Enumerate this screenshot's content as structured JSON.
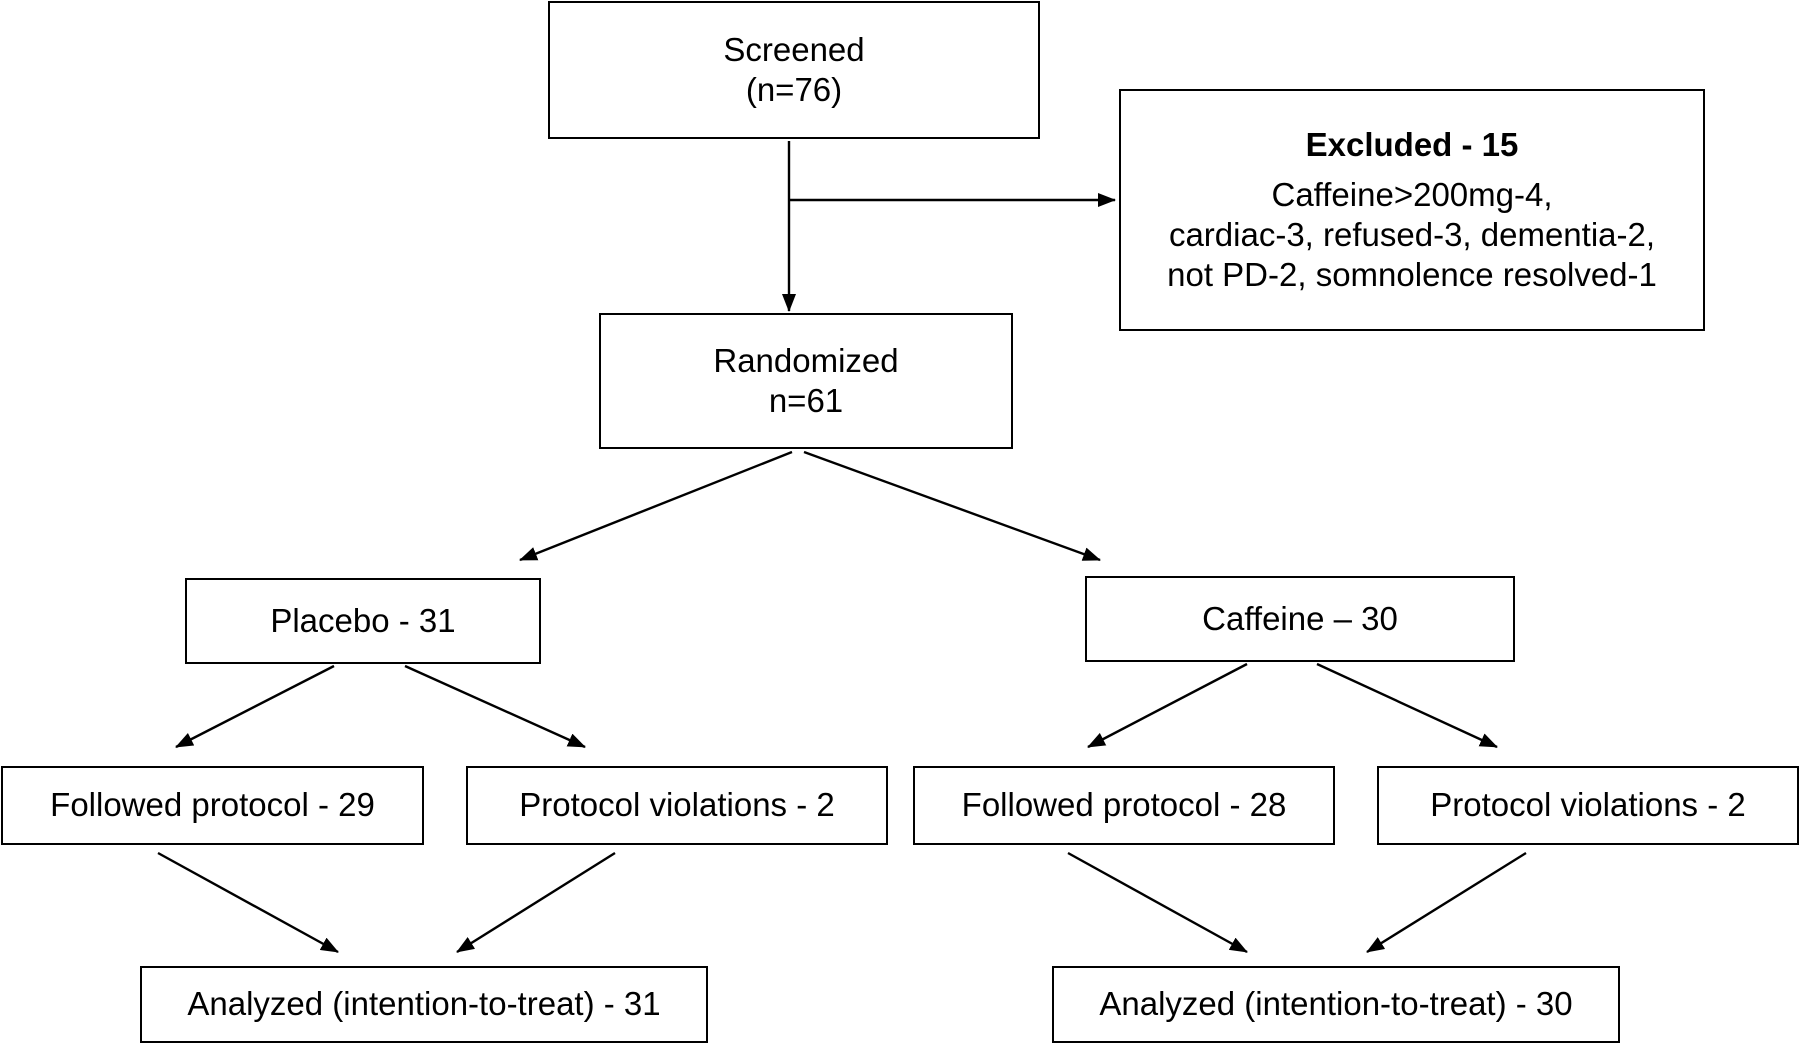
{
  "nodes": {
    "screened": {
      "line1": "Screened",
      "line2": "(n=76)"
    },
    "excluded": {
      "title": "Excluded - 15",
      "line1": "Caffeine>200mg-4,",
      "line2": "cardiac-3, refused-3, dementia-2,",
      "line3": "not PD-2, somnolence resolved-1"
    },
    "randomized": {
      "line1": "Randomized",
      "line2": "n=61"
    },
    "placebo": {
      "label": "Placebo - 31"
    },
    "caffeine": {
      "label": "Caffeine – 30"
    },
    "placebo_followed": {
      "label": "Followed protocol - 29"
    },
    "placebo_violations": {
      "label": "Protocol violations - 2"
    },
    "caffeine_followed": {
      "label": "Followed protocol - 28"
    },
    "caffeine_violations": {
      "label": "Protocol violations - 2"
    },
    "placebo_analyzed": {
      "label": "Analyzed (intention-to-treat) - 31"
    },
    "caffeine_analyzed": {
      "label": "Analyzed (intention-to-treat) - 30"
    }
  },
  "edges": [
    {
      "from": "screened",
      "to": "randomized"
    },
    {
      "from": "screened",
      "to": "excluded"
    },
    {
      "from": "randomized",
      "to": "placebo"
    },
    {
      "from": "randomized",
      "to": "caffeine"
    },
    {
      "from": "placebo",
      "to": "placebo_followed"
    },
    {
      "from": "placebo",
      "to": "placebo_violations"
    },
    {
      "from": "caffeine",
      "to": "caffeine_followed"
    },
    {
      "from": "caffeine",
      "to": "caffeine_violations"
    },
    {
      "from": "placebo_followed",
      "to": "placebo_analyzed"
    },
    {
      "from": "placebo_violations",
      "to": "placebo_analyzed"
    },
    {
      "from": "caffeine_followed",
      "to": "caffeine_analyzed"
    },
    {
      "from": "caffeine_violations",
      "to": "caffeine_analyzed"
    }
  ],
  "colors": {
    "stroke": "#000000",
    "background": "#ffffff"
  }
}
